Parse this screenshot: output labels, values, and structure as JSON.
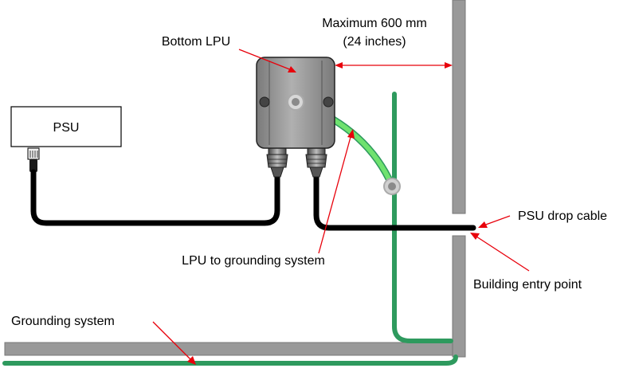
{
  "labels": {
    "max_distance_line1": "Maximum 600 mm",
    "max_distance_line2": "(24 inches)",
    "bottom_lpu": "Bottom LPU",
    "psu": "PSU",
    "psu_drop_cable": "PSU drop cable",
    "building_entry_point": "Building entry point",
    "lpu_to_grounding": "LPU to grounding system",
    "grounding_system": "Grounding system"
  },
  "colors": {
    "arrow": "#e8000b",
    "ground_wire": "#2e9a5e",
    "lpu_ground_wire": "#6fe26f",
    "cable": "#000000",
    "wall": "#999999",
    "lpu_body": "#8c8c8c"
  },
  "icons": {
    "psu_connector": "rj45-plug-icon",
    "cable_gland": "cable-gland-icon",
    "ground_terminal": "ground-terminal-icon"
  }
}
